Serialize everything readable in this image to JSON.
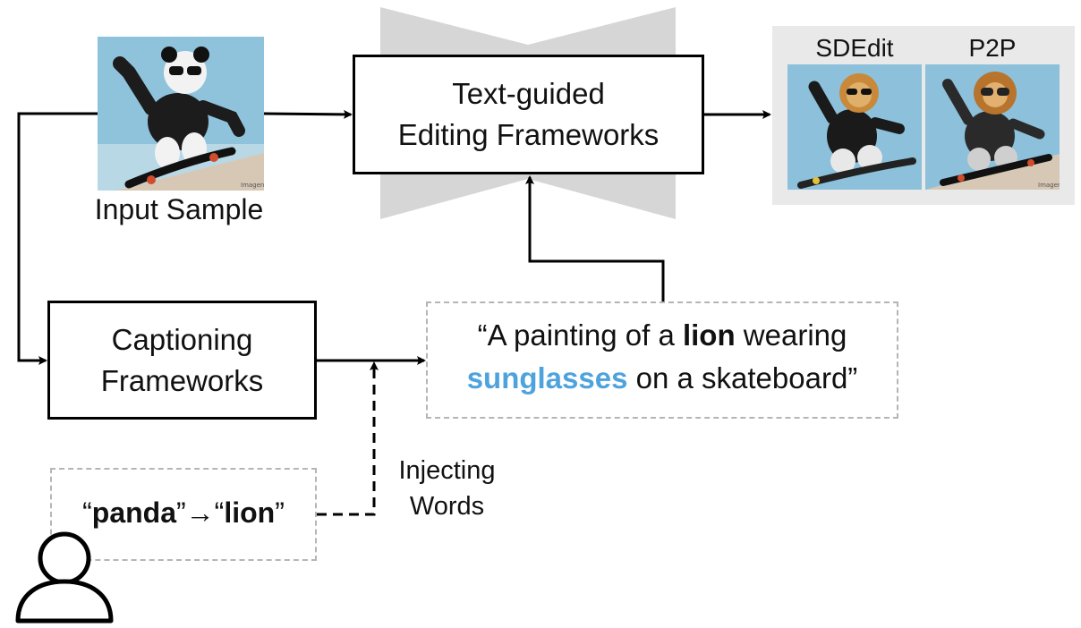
{
  "input_sample": {
    "label": "Input Sample",
    "watermark": "Imagen"
  },
  "text_guided_box": {
    "line1": "Text-guided",
    "line2": "Editing Frameworks"
  },
  "captioning_box": {
    "line1": "Captioning",
    "line2": "Frameworks"
  },
  "caption": {
    "open_quote_prefix": "“A painting of a ",
    "subject": "lion",
    "after_subject": " wearing",
    "accessory": "sunglasses",
    "rest": " on a skateboard”",
    "accessory_color": "#4ea3dd"
  },
  "injection": {
    "q1": "“",
    "from_word": "panda",
    "q2": "”→“",
    "to_word": "lion",
    "q3": "”",
    "label_line1": "Injecting",
    "label_line2": "Words"
  },
  "results": {
    "panel_bg": "#e9e9e9",
    "items": [
      {
        "label": "SDEdit"
      },
      {
        "label": "P2P"
      }
    ],
    "watermark": "Imagen"
  },
  "icons": {
    "user": "user-icon",
    "hourglass_shape": "encoder-decoder-shape"
  }
}
